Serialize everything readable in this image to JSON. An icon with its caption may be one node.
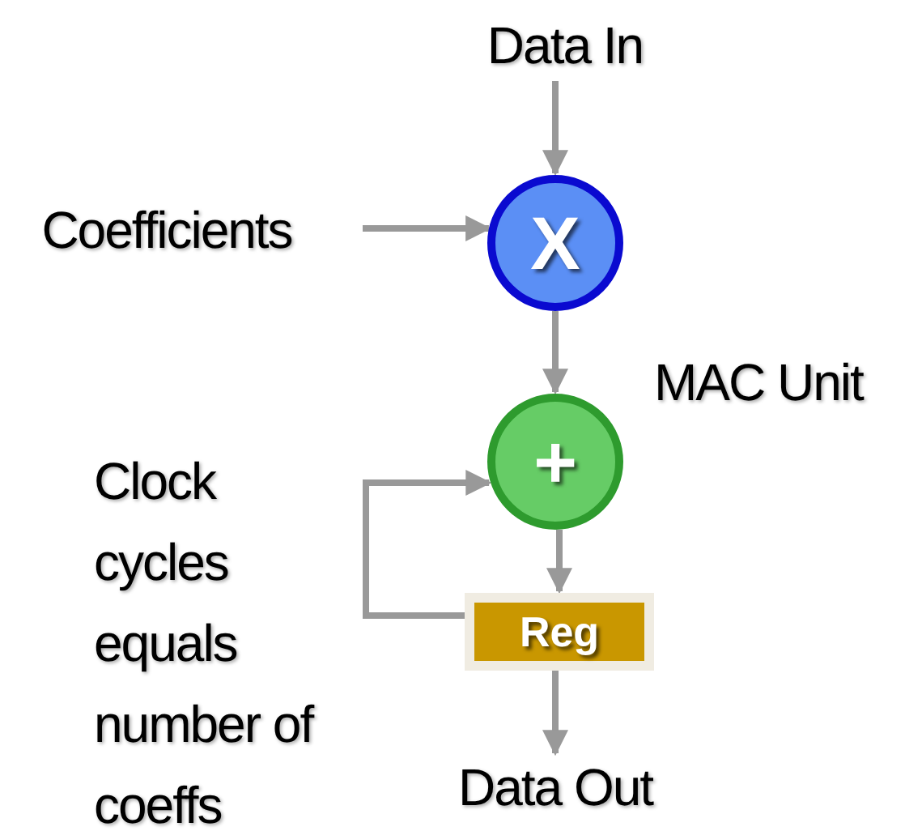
{
  "diagram": {
    "nodes": [
      {
        "text": [
          "Data In"
        ]
      },
      {
        "text": [
          "Coefficients"
        ]
      },
      {
        "text": [
          "X"
        ]
      },
      {
        "text": [
          "+"
        ]
      },
      {
        "text": [
          "Reg"
        ]
      },
      {
        "text": [
          "Data Out"
        ]
      }
    ],
    "edges": [
      {
        "from": 0,
        "to": 2,
        "arrow": "to"
      },
      {
        "from": 1,
        "to": 2,
        "arrow": "to"
      },
      {
        "from": 2,
        "to": 3,
        "arrow": "to"
      },
      {
        "from": 3,
        "to": 4,
        "arrow": "to"
      },
      {
        "from": 4,
        "to": 3,
        "arrow": "to"
      },
      {
        "from": 4,
        "to": 5,
        "arrow": "to"
      }
    ],
    "labels": [
      "MAC Unit",
      "Clock cycles equals number of coeffs"
    ]
  }
}
